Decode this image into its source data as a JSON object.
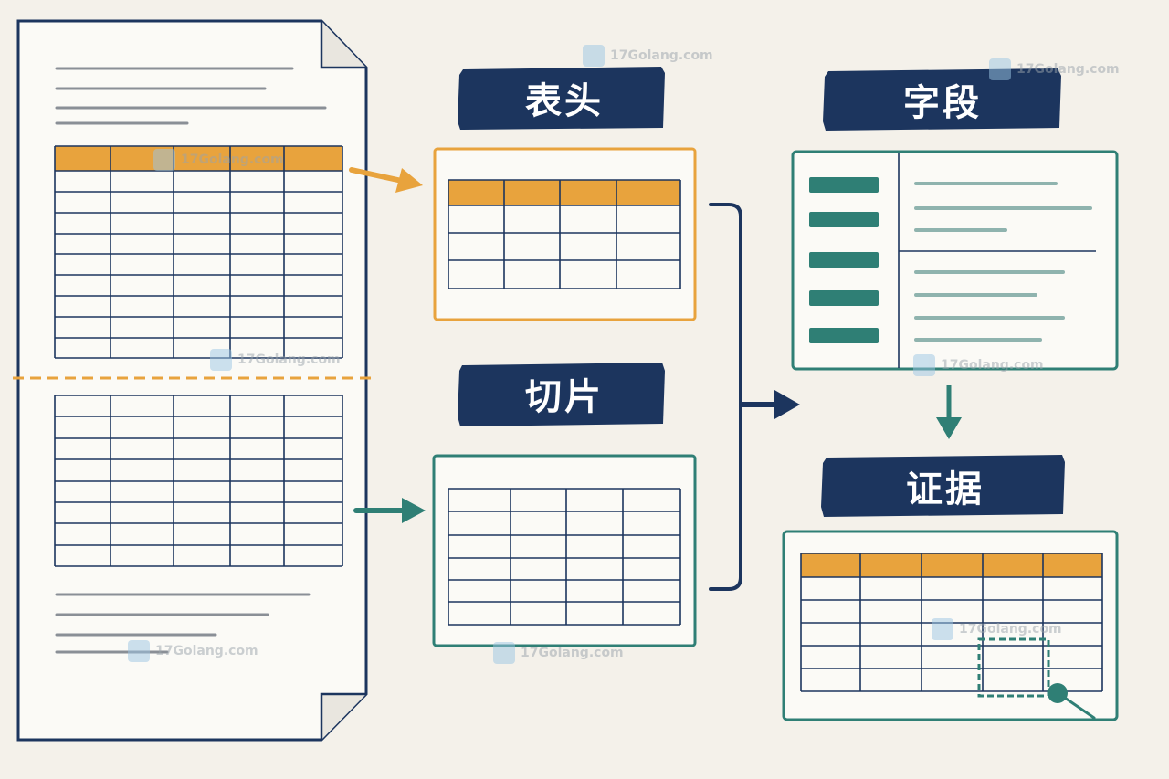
{
  "colors": {
    "navy": "#1c355e",
    "orange": "#e8a33d",
    "teal": "#2f7f75",
    "gray_line": "#8a8f96",
    "teal_line": "#8fb3ae"
  },
  "labels": {
    "header": "表头",
    "slice": "切片",
    "field": "字段",
    "evidence": "证据"
  },
  "watermark": {
    "text": "17Golang.com"
  }
}
